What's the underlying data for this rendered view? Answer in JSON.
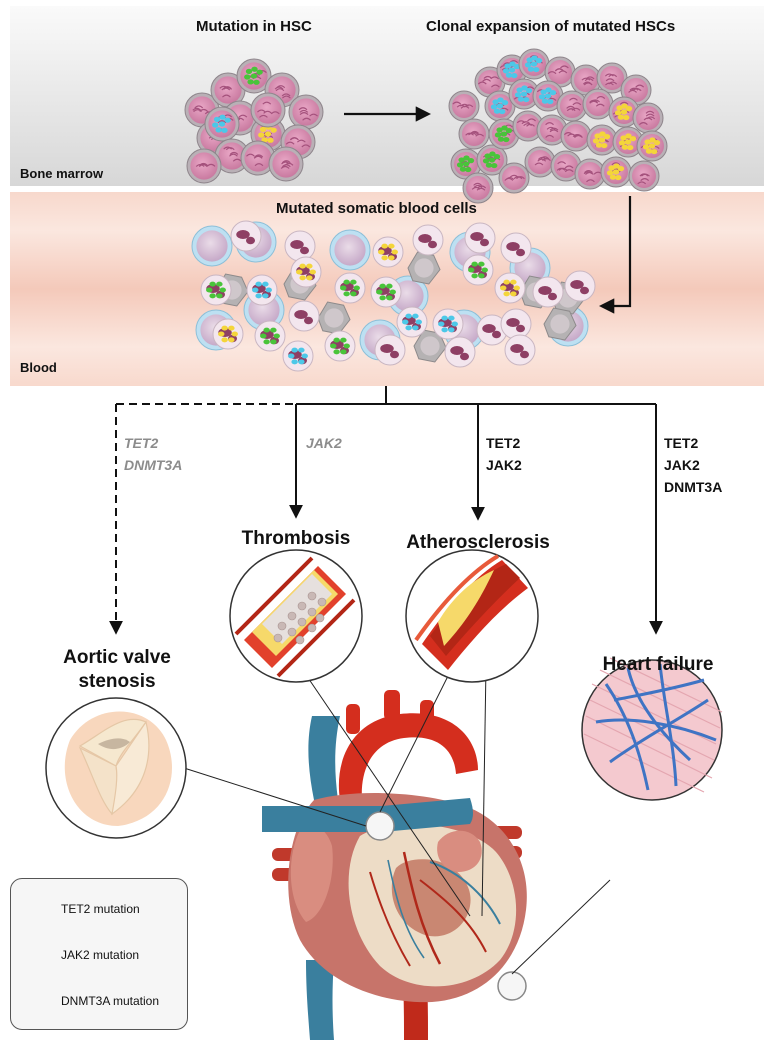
{
  "sections": {
    "bone_marrow": "Bone marrow",
    "blood": "Blood"
  },
  "stages": {
    "mutation_in_hsc": "Mutation in HSC",
    "clonal_expansion": "Clonal expansion of mutated HSCs",
    "mutated_blood_cells": "Mutated somatic blood cells"
  },
  "branches": [
    {
      "genes": [
        "TET2",
        "DNMT3A"
      ],
      "style": "dashed",
      "disease": "Aortic valve stenosis",
      "disease_lines": [
        "Aortic valve",
        "stenosis"
      ]
    },
    {
      "genes": [
        "JAK2"
      ],
      "style": "solid",
      "disease": "Thrombosis"
    },
    {
      "genes": [
        "TET2",
        "JAK2"
      ],
      "style": "solid",
      "disease": "Atherosclerosis"
    },
    {
      "genes": [
        "TET2",
        "JAK2",
        "DNMT3A"
      ],
      "style": "solid",
      "disease": "Heart failure"
    }
  ],
  "legend": [
    {
      "label": "TET2 mutation",
      "color": "#f4d53a"
    },
    {
      "label": "JAK2 mutation",
      "color": "#4cc8e8"
    },
    {
      "label": "DNMT3A mutation",
      "color": "#49c43a"
    }
  ],
  "colors": {
    "cell_fill": "#d98bb0",
    "cell_ring": "#b9b0b6",
    "nucleus": "#a5527d",
    "artery": "#d42e1e",
    "vein": "#3a7f9e",
    "myocardium": "#c7746a",
    "plaque": "#f2dc5a",
    "fibrosis": "#3f74c4"
  }
}
